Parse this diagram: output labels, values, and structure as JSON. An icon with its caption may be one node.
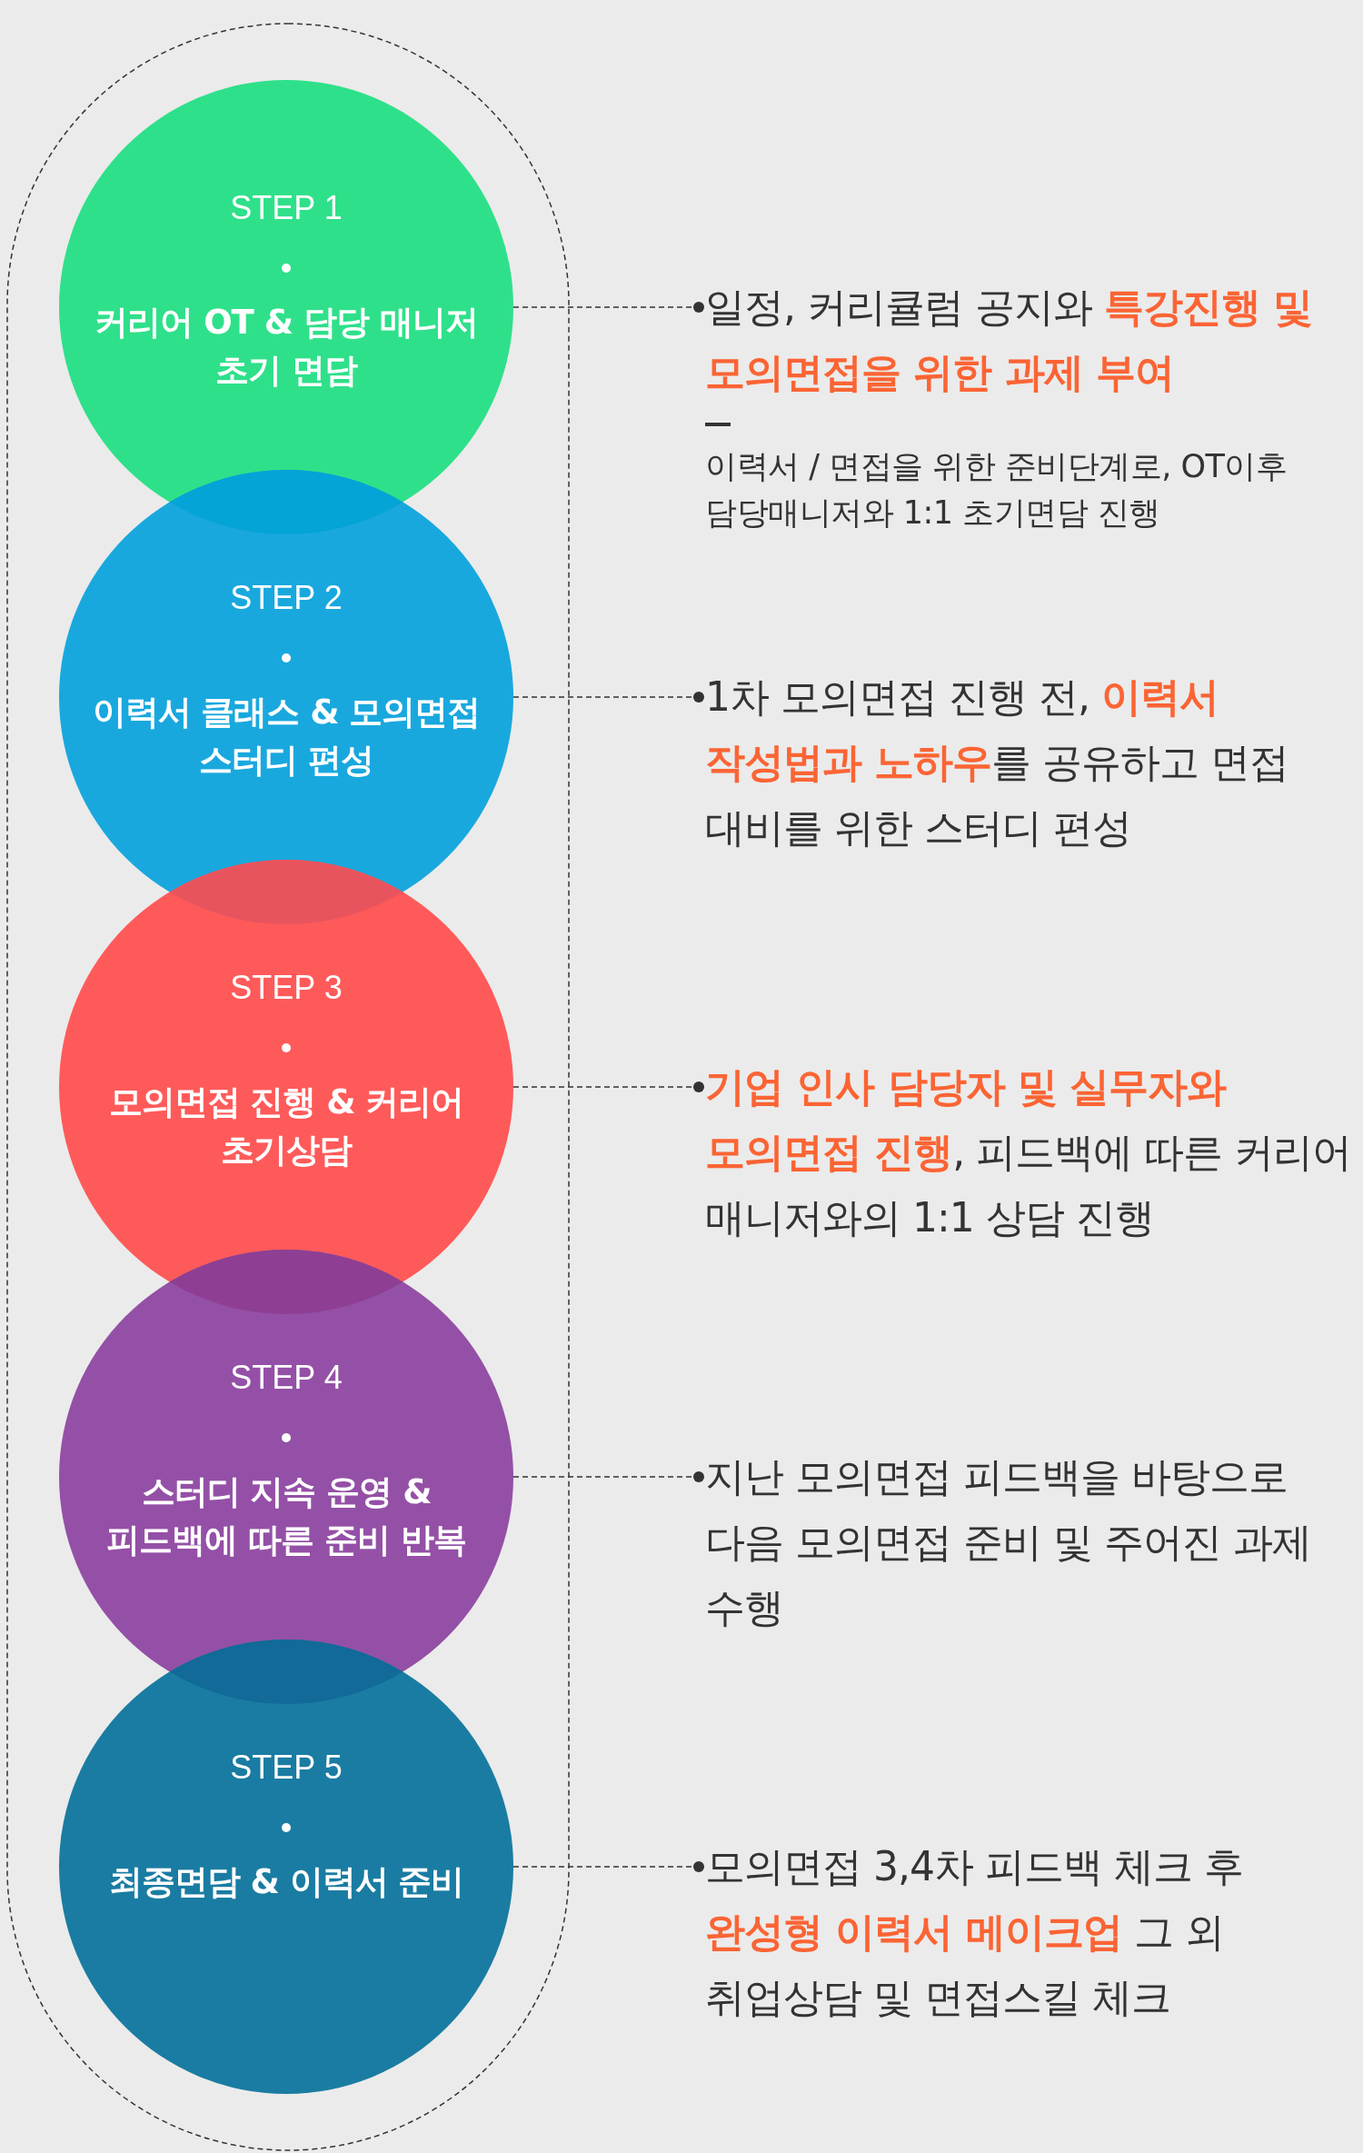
{
  "diagram": {
    "nodes": [
      {
        "text": [
          "STEP 1",
          "커리어 OT & 담당 매니저 초기 면담"
        ]
      },
      {
        "text": [
          "일정, 커리큘럼 공지와 **특강진행 및 모의면접을 위한 과제 부여**",
          "이력서 / 면접을 위한 준비단계로, OT이후 담당매니저와 1:1 초기면담 진행"
        ]
      },
      {
        "text": [
          "STEP 2",
          "이력서 클래스 & 모의면접 스터디 편성"
        ]
      },
      {
        "text": [
          "1차 모의면접 진행 전, **이력서 작성법과 노하우**를 공유하고 면접 대비를 위한 스터디 편성"
        ]
      },
      {
        "text": [
          "STEP 3",
          "모의면접 진행 & 커리어 초기상담"
        ]
      },
      {
        "text": [
          "**기업 인사 담당자 및 실무자와 모의면접 진행**, 피드백에 따른 커리어 매니저와의 1:1 상담 진행"
        ]
      },
      {
        "text": [
          "STEP 4",
          "스터디 지속 운영 &피드백에 따른 준비 반복"
        ]
      },
      {
        "text": [
          "지난 모의면접 피드백을 바탕으로 다음 모의면접 준비 및 주어진 과제 수행"
        ]
      },
      {
        "text": [
          "STEP 5",
          "최종면담 & 이력서 준비"
        ]
      },
      {
        "text": [
          "모의면접 3,4차 피드백 체크 후 **완성형 이력서 메이크업** 그 외 취업상담 및 면접스킬 체크"
        ]
      }
    ],
    "edges": [
      {
        "from": 0,
        "to": 1,
        "arrow": "other",
        "style": "dashed"
      },
      {
        "from": 2,
        "to": 3,
        "arrow": "other",
        "style": "dashed"
      },
      {
        "from": 4,
        "to": 5,
        "arrow": "other",
        "style": "dashed"
      },
      {
        "from": 6,
        "to": 7,
        "arrow": "other",
        "style": "dashed"
      },
      {
        "from": 8,
        "to": 9,
        "arrow": "other",
        "style": "dashed"
      }
    ]
  }
}
